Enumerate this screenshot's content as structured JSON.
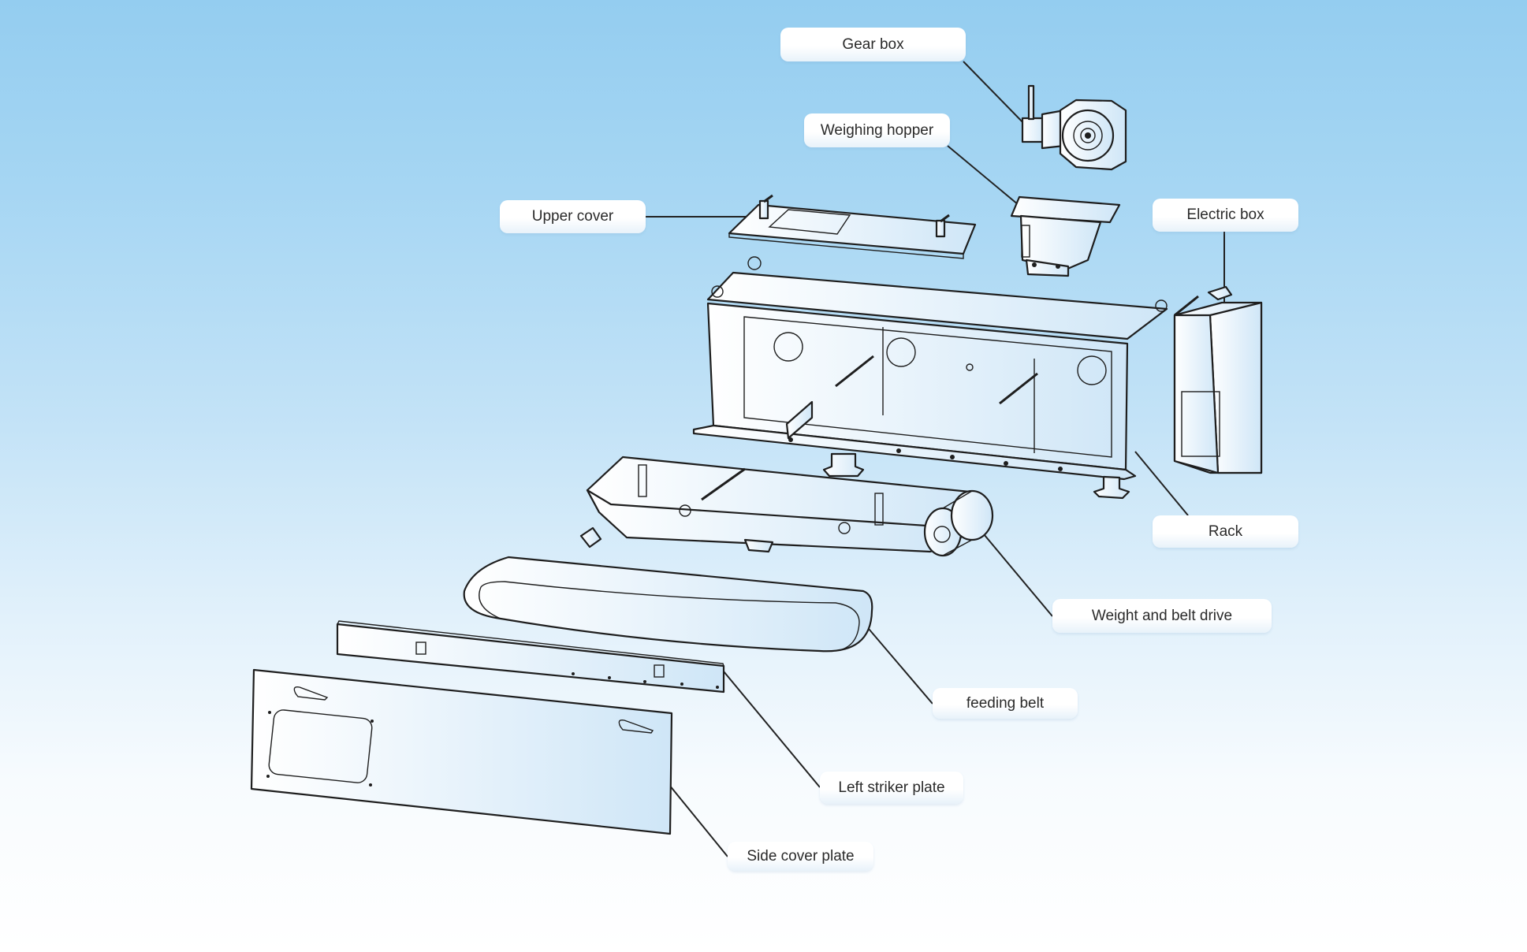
{
  "diagram": {
    "type": "exploded-view",
    "subject": "belt weigh feeder assembly",
    "colors": {
      "background_top": "#94cdf0",
      "background_bottom": "#ffffff",
      "line": "#1e1e1e",
      "label_bg": "#ffffff",
      "label_text": "#2a2a2a"
    },
    "labels": {
      "gear_box": "Gear box",
      "weighing_hopper": "Weighing hopper",
      "upper_cover": "Upper cover",
      "electric_box": "Electric box",
      "rack": "Rack",
      "weight_and_belt_drive": "Weight and belt drive",
      "feeding_belt": "feeding belt",
      "left_striker_plate": "Left striker plate",
      "side_cover_plate": "Side cover plate"
    }
  }
}
